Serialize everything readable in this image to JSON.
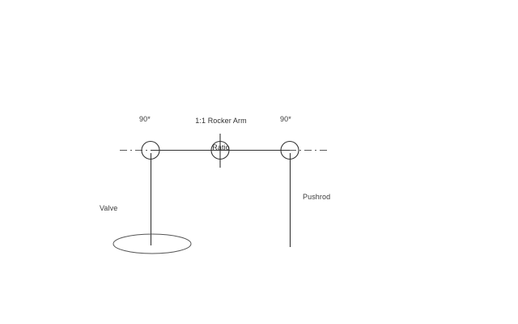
{
  "diagram": {
    "title": "Rocker arm valvetrain schematic",
    "background_color": "#ffffff",
    "line_color": "#333333",
    "labels": {
      "angle_left": "90*",
      "angle_right": "90*",
      "ratio_line1": "1:1 Rocker Arm",
      "ratio_line2": "Ratio",
      "valve": "Valve",
      "pushrod": "Pushrod"
    },
    "components": {
      "centerline": "rocker-arm-centerline",
      "valve_end_joint": "valve-end-pivot-circle",
      "fulcrum_joint": "rocker-fulcrum-circle",
      "pushrod_end_joint": "pushrod-end-pivot-circle",
      "valve_stem": "valve-stem",
      "valve_head": "valve-head-ellipse",
      "pushrod_shaft": "pushrod-shaft"
    }
  }
}
